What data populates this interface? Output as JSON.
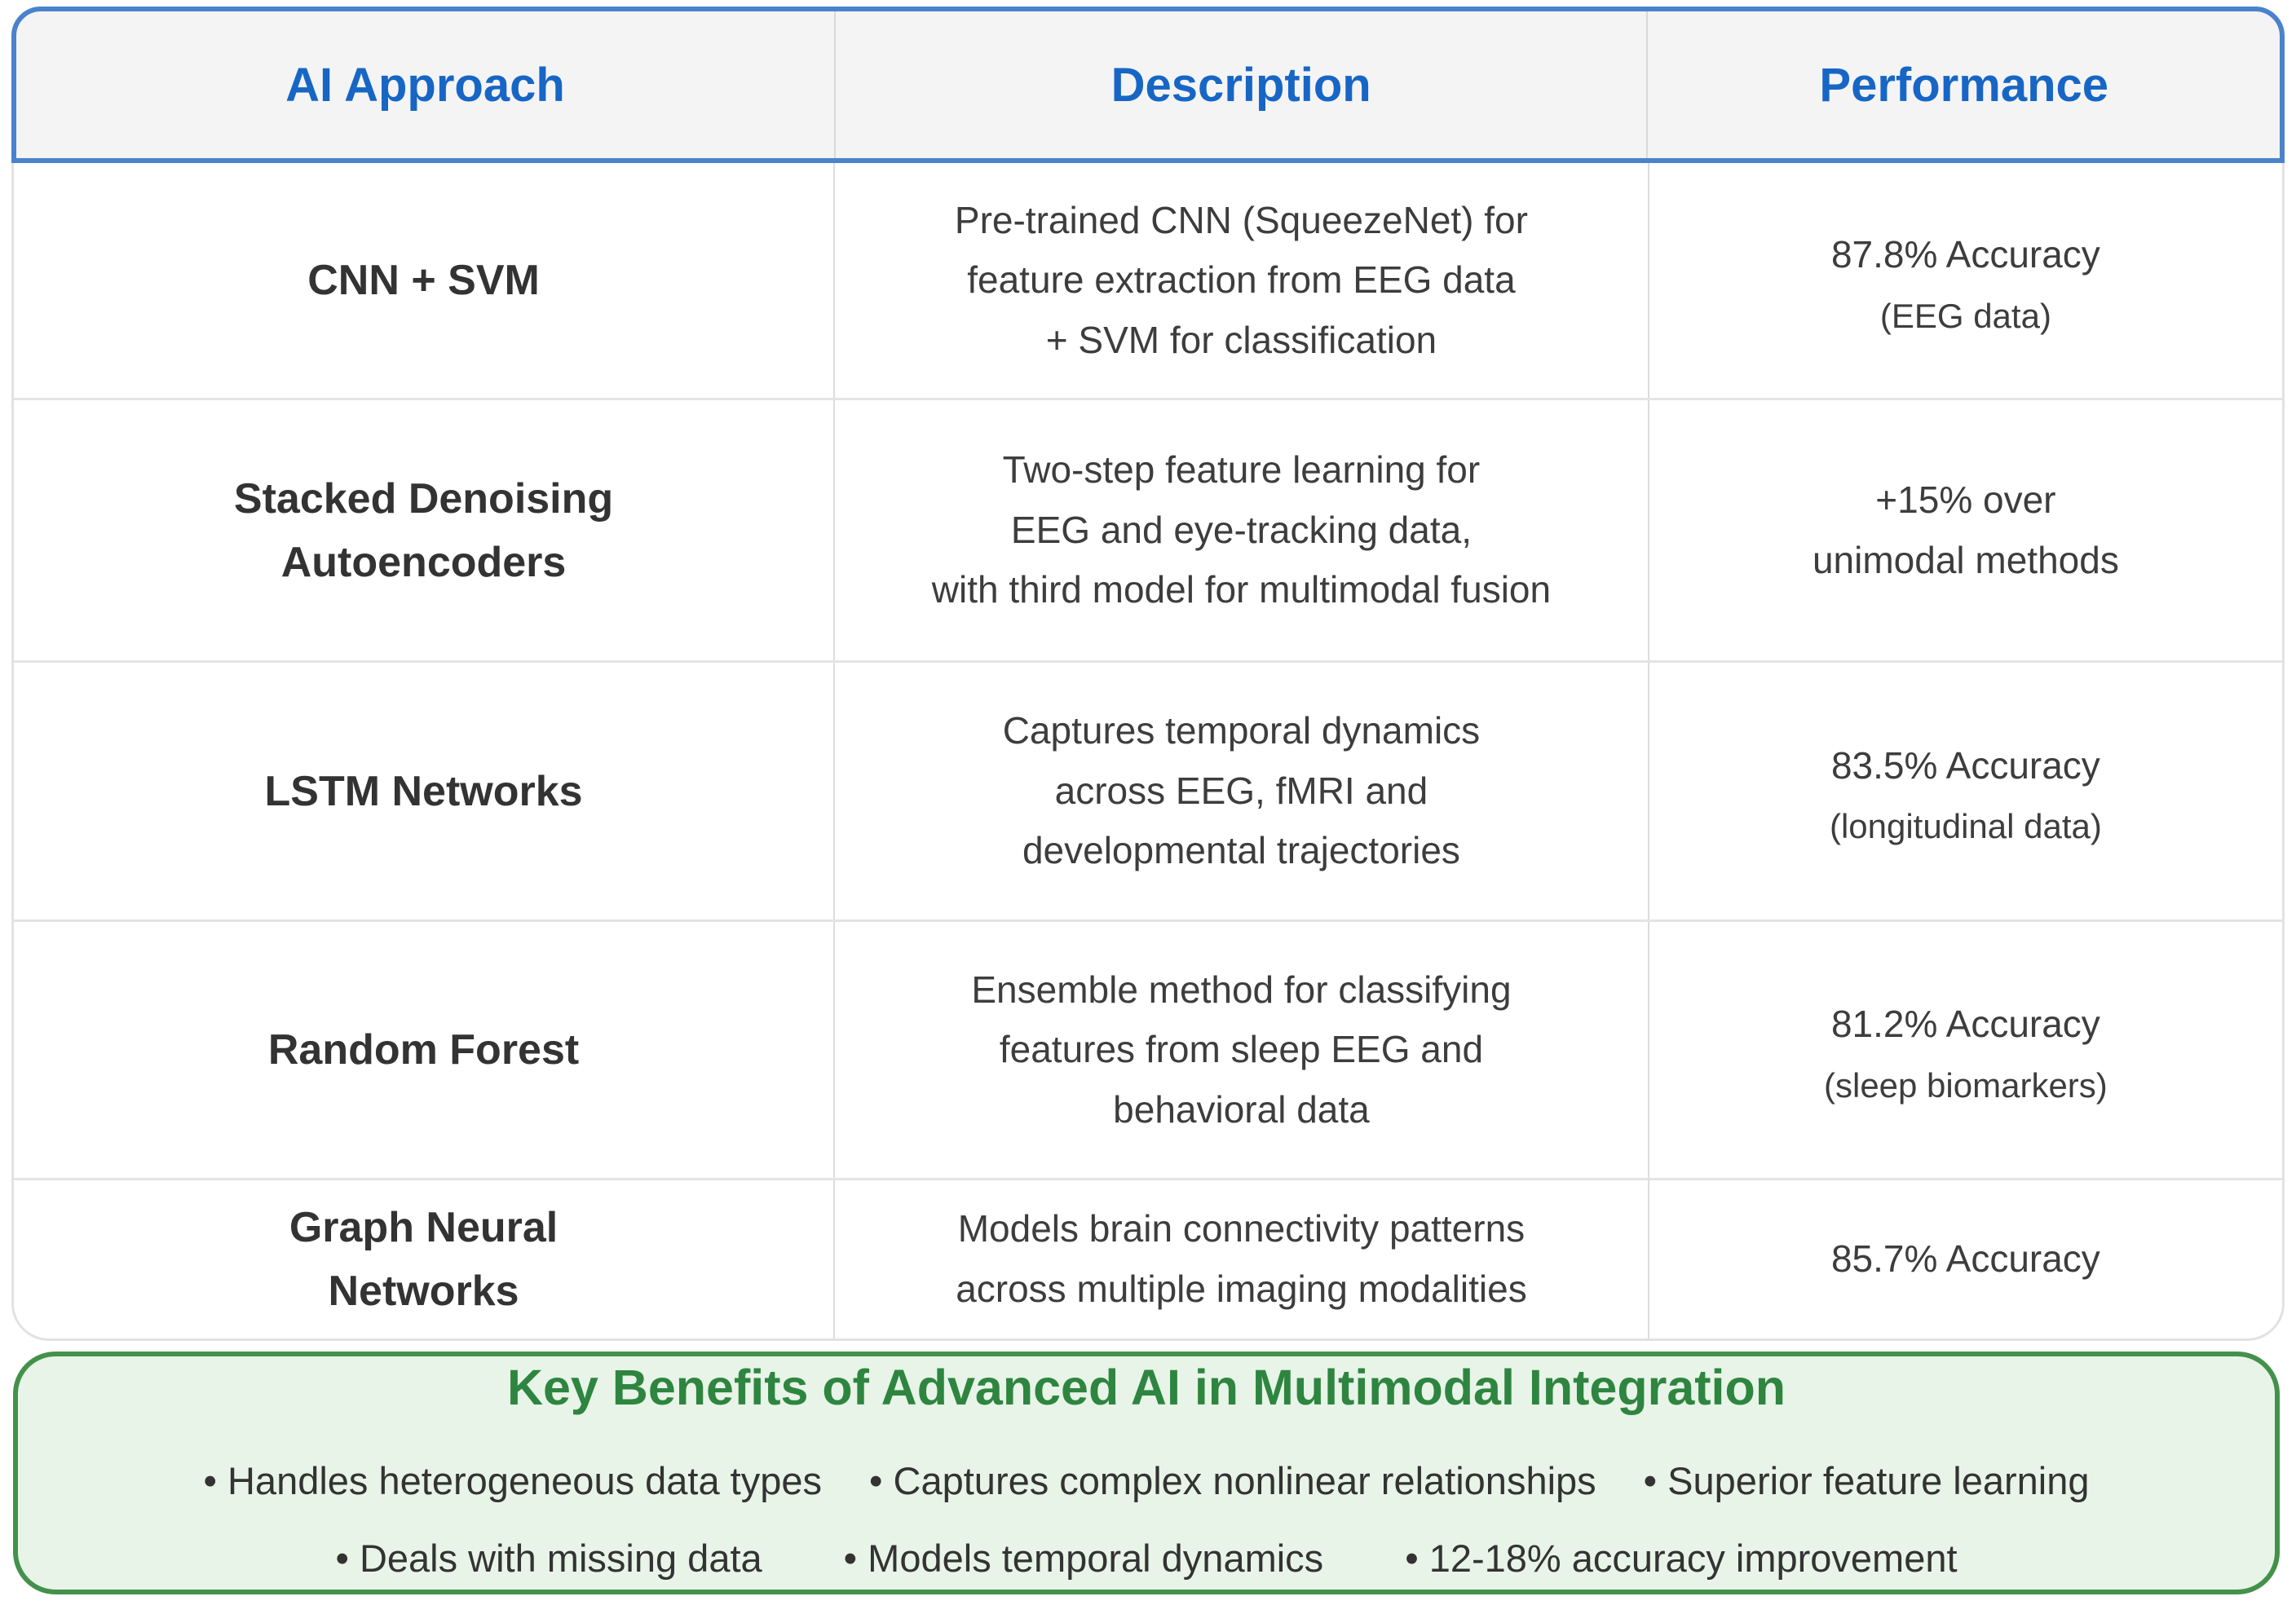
{
  "table": {
    "headers": [
      "AI Approach",
      "Description",
      "Performance"
    ],
    "rows": [
      {
        "approach": [
          "CNN + SVM"
        ],
        "description": [
          "Pre-trained CNN (SqueezeNet) for",
          "feature extraction from EEG data",
          "+ SVM for classification"
        ],
        "performance_main": [
          "87.8% Accuracy"
        ],
        "performance_note": "(EEG data)"
      },
      {
        "approach": [
          "Stacked Denoising",
          "Autoencoders"
        ],
        "description": [
          "Two-step feature learning for",
          "EEG and eye-tracking data,",
          "with third model for multimodal fusion"
        ],
        "performance_main": [
          "+15% over",
          "unimodal methods"
        ],
        "performance_note": ""
      },
      {
        "approach": [
          "LSTM Networks"
        ],
        "description": [
          "Captures temporal dynamics",
          "across EEG, fMRI and",
          "developmental trajectories"
        ],
        "performance_main": [
          "83.5% Accuracy"
        ],
        "performance_note": "(longitudinal data)"
      },
      {
        "approach": [
          "Random Forest"
        ],
        "description": [
          "Ensemble method for classifying",
          "features from sleep EEG and",
          "behavioral data"
        ],
        "performance_main": [
          "81.2% Accuracy"
        ],
        "performance_note": "(sleep biomarkers)"
      },
      {
        "approach": [
          "Graph Neural",
          "Networks"
        ],
        "description": [
          "Models brain connectivity patterns",
          "across multiple imaging modalities"
        ],
        "performance_main": [
          "85.7% Accuracy"
        ],
        "performance_note": ""
      }
    ]
  },
  "benefits": {
    "title": "Key Benefits of Advanced AI in Multimodal Integration",
    "line1": [
      "• Handles heterogeneous data types",
      "• Captures complex nonlinear relationships",
      "• Superior feature learning"
    ],
    "line2": [
      "• Deals with missing data",
      "• Models temporal dynamics",
      "• 12-18% accuracy improvement"
    ]
  },
  "colors": {
    "header_text": "#1766c5",
    "header_border": "#4a82cc",
    "header_bg": "#f4f4f4",
    "body_text": "#3d3d3d",
    "benefits_title": "#2e8540",
    "benefits_border": "#43914a",
    "benefits_bg": "#e8f4e7"
  }
}
